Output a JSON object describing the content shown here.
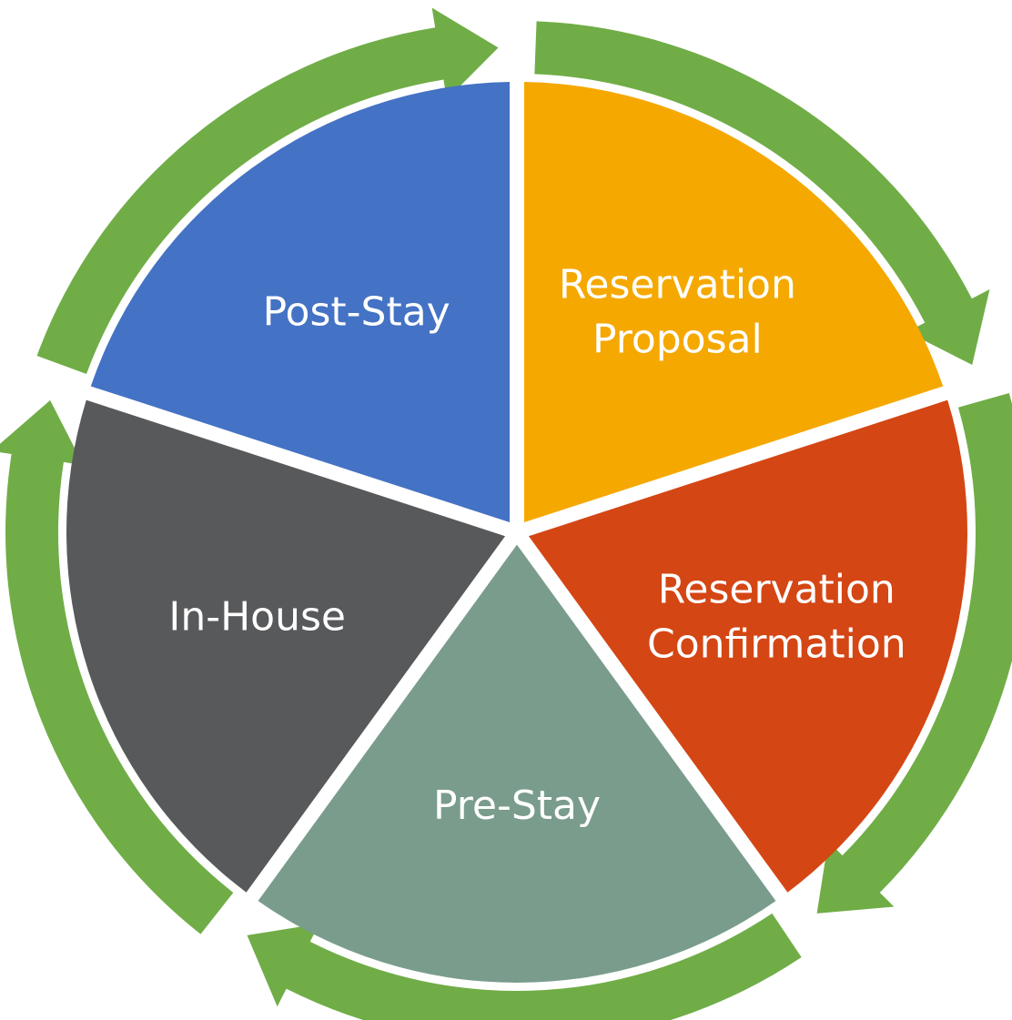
{
  "cycle": {
    "arrow_color": "#70AD47",
    "text_color": "#FFFFFF",
    "stages": [
      {
        "id": "reservation-proposal",
        "lines": [
          "Reservation",
          "Proposal"
        ],
        "color": "#F5A800"
      },
      {
        "id": "reservation-confirmation",
        "lines": [
          "Reservation",
          "Confirmation"
        ],
        "color": "#D44614"
      },
      {
        "id": "pre-stay",
        "lines": [
          "Pre-Stay"
        ],
        "color": "#7A9C8C"
      },
      {
        "id": "in-house",
        "lines": [
          "In-House"
        ],
        "color": "#58595B"
      },
      {
        "id": "post-stay",
        "lines": [
          "Post-Stay"
        ],
        "color": "#4472C4"
      }
    ]
  }
}
